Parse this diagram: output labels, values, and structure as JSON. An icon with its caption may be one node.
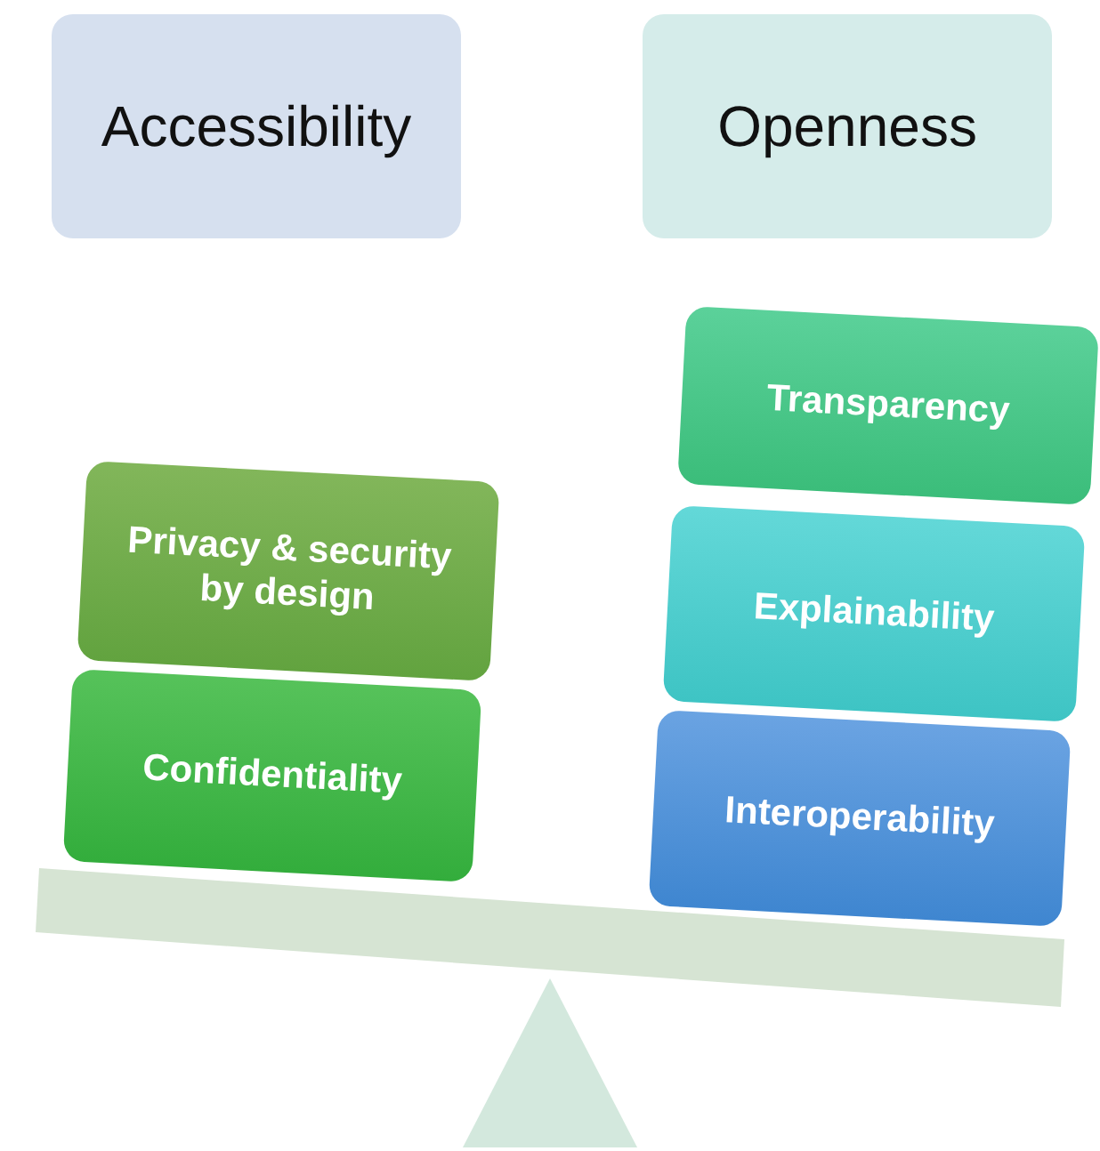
{
  "diagram": {
    "nodes": [
      {
        "text": [
          "Accessibility"
        ]
      },
      {
        "text": [
          "Openness"
        ]
      },
      {
        "text": [
          "Privacy & security by design"
        ]
      },
      {
        "text": [
          "Confidentiality"
        ]
      },
      {
        "text": [
          "Transparency"
        ]
      },
      {
        "text": [
          "Explainability"
        ]
      },
      {
        "text": [
          "Interoperability"
        ]
      }
    ]
  }
}
